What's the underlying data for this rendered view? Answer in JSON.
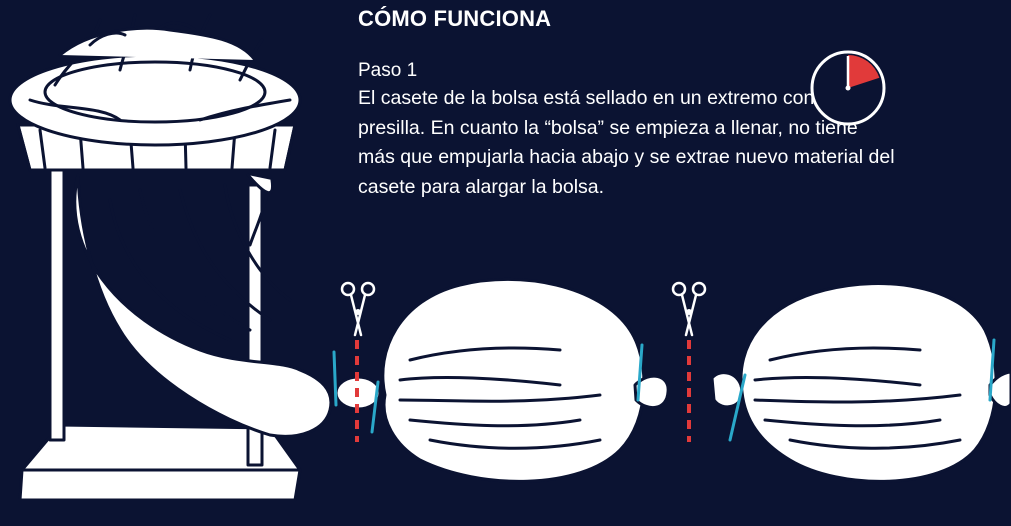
{
  "section": {
    "heading": "CÓMO FUNCIONA"
  },
  "step": {
    "title": "Paso 1",
    "body": "El casete de la bolsa está sellado en un extremo con una presilla. En cuanto la “bolsa” se empieza a llenar, no tiene más que empujarla hacia abajo y se extrae nuevo material del casete para alargar la bolsa."
  },
  "timer": {
    "icon": "timer-icon",
    "elapsed_fraction": 0.2
  },
  "colors": {
    "background": "#0b1332",
    "line": "#ffffff",
    "accent_red": "#e13a3a",
    "clip_blue": "#2aa8c9"
  }
}
